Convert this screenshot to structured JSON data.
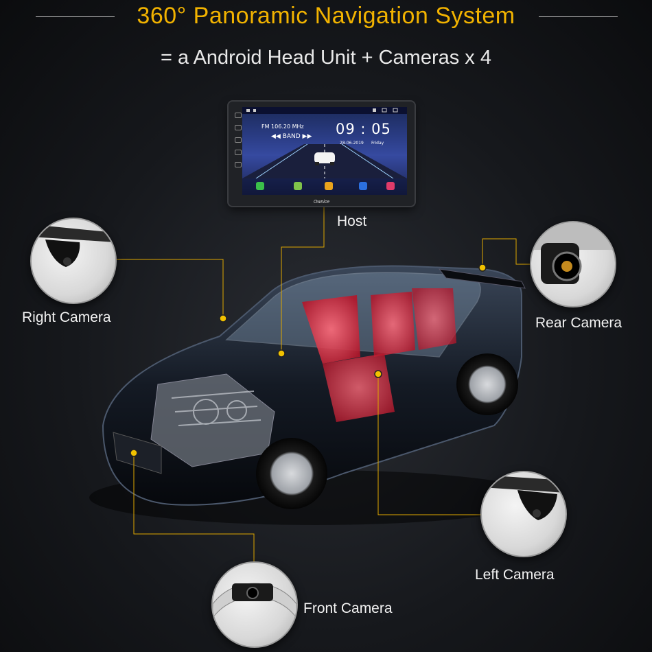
{
  "title": "360° Panoramic Navigation System",
  "subtitle": "= a Android Head Unit + Cameras x 4",
  "head_unit": {
    "fm_label": "FM 106.20 MHz",
    "band_label": "◀◀   BAND   ▶▶",
    "time": "09 : 05",
    "date": "28-06-2019",
    "day": "Friday",
    "brand": "Ownice"
  },
  "labels": {
    "host": "Host",
    "right_camera": "Right Camera",
    "rear_camera": "Rear Camera",
    "left_camera": "Left Camera",
    "front_camera": "Front Camera"
  },
  "colors": {
    "accent": "#f2b300",
    "leader_line": "#e0a800",
    "background": "#16181c"
  },
  "icons": [
    "camera-icon",
    "car-illustration",
    "head-unit-icon"
  ]
}
